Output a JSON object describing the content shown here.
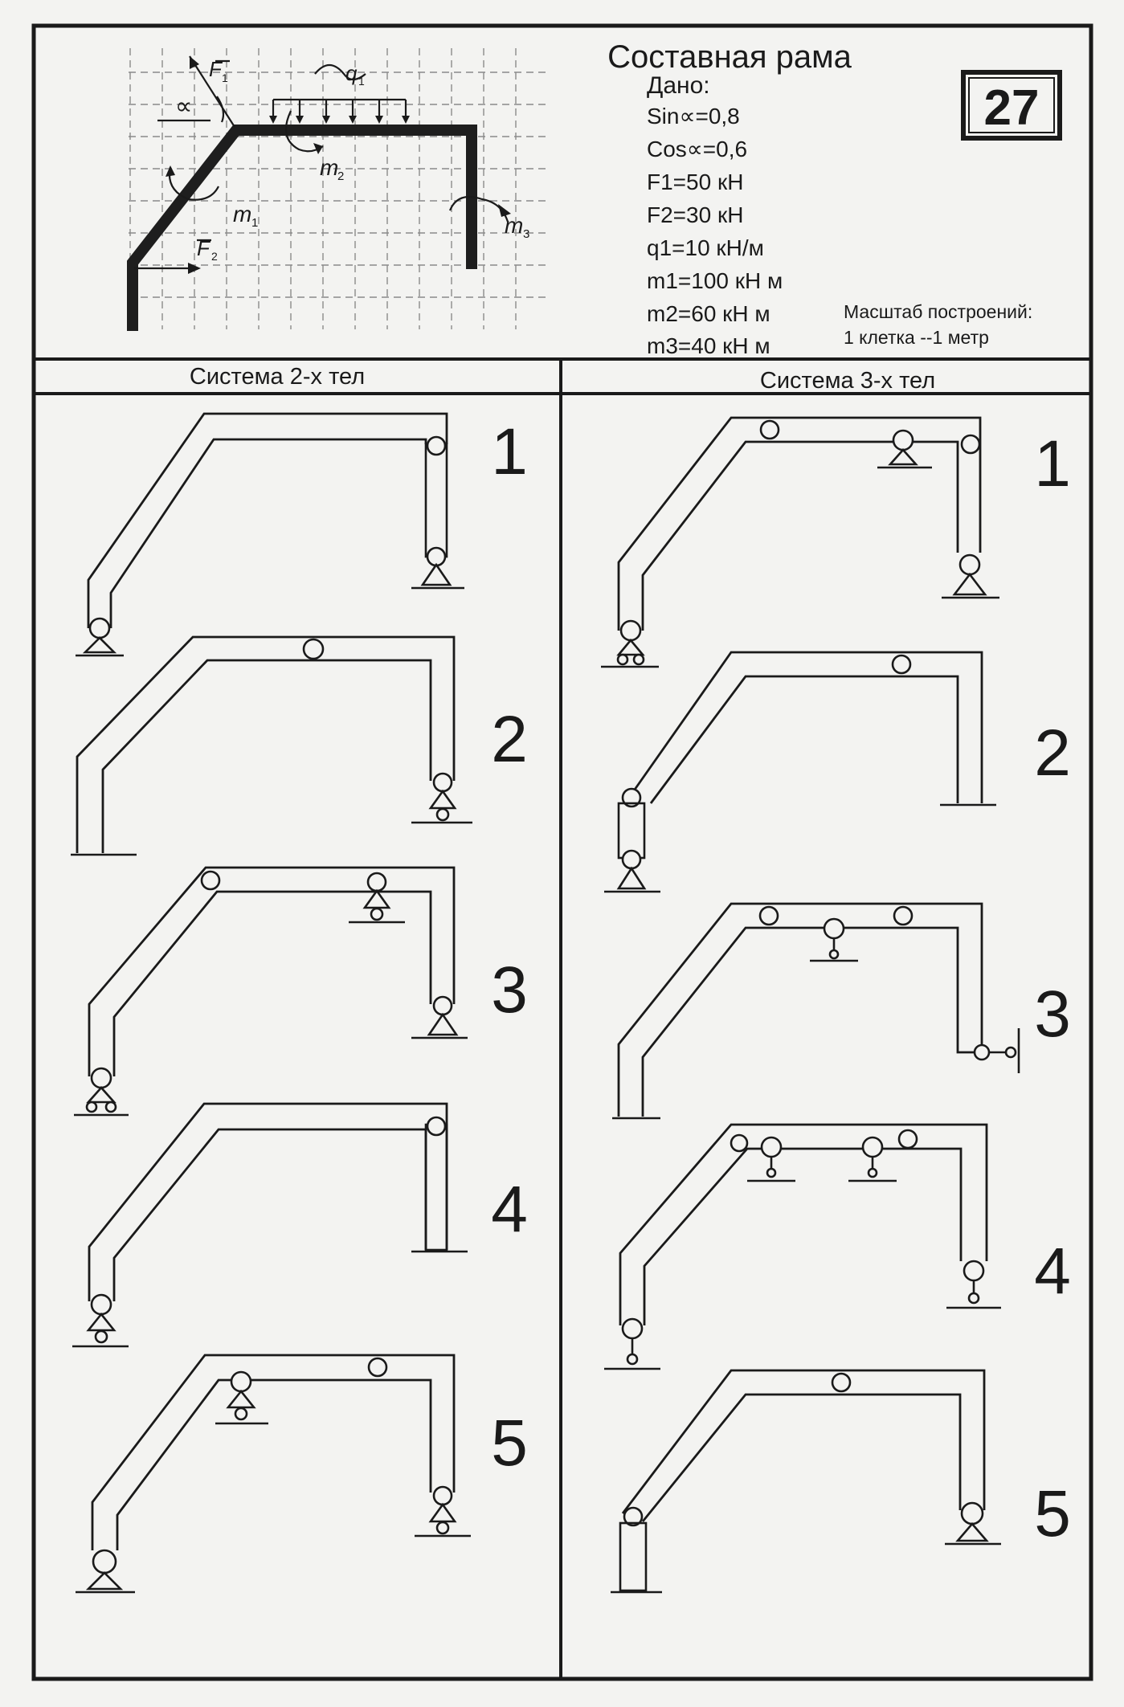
{
  "sheet_number": "27",
  "title": "Составная рама",
  "given": {
    "heading": "Дано:",
    "lines": [
      "Sin∝=0,8",
      "Cos∝=0,6",
      "F1=50 кН",
      "F2=30 кН",
      "q1=10 кН/м",
      "m1=100 кН м",
      "m2=60 кН м",
      "m3=40 кН м"
    ]
  },
  "scale": {
    "line1": "Масштаб построений:",
    "line2": "1 клетка --1 метр"
  },
  "loads": {
    "F1": "F",
    "F1_sub": "1",
    "F2": "F",
    "F2_sub": "2",
    "q1": "q",
    "q1_sub": "1",
    "m1": "m",
    "m1_sub": "1",
    "m2": "m",
    "m2_sub": "2",
    "m3": "m",
    "m3_sub": "3",
    "alpha": "∝"
  },
  "columns": [
    {
      "title": "Система 2-х тел",
      "variants": [
        "1",
        "2",
        "3",
        "4",
        "5"
      ]
    },
    {
      "title": "Система 3-х тел",
      "variants": [
        "1",
        "2",
        "3",
        "4",
        "5"
      ]
    }
  ]
}
